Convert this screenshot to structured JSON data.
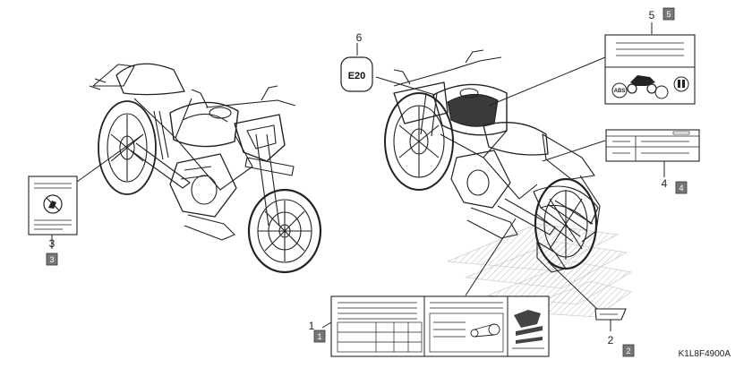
{
  "callouts": [
    {
      "num": "1",
      "box": "1"
    },
    {
      "num": "2",
      "box": "2"
    },
    {
      "num": "3",
      "box": "3"
    },
    {
      "num": "4",
      "box": "4"
    },
    {
      "num": "5",
      "box": "5"
    },
    {
      "num": "6",
      "box": null
    }
  ],
  "fuel_label": "E20",
  "abs_text": "ABS",
  "diagram_code": "K1L8F4900A"
}
